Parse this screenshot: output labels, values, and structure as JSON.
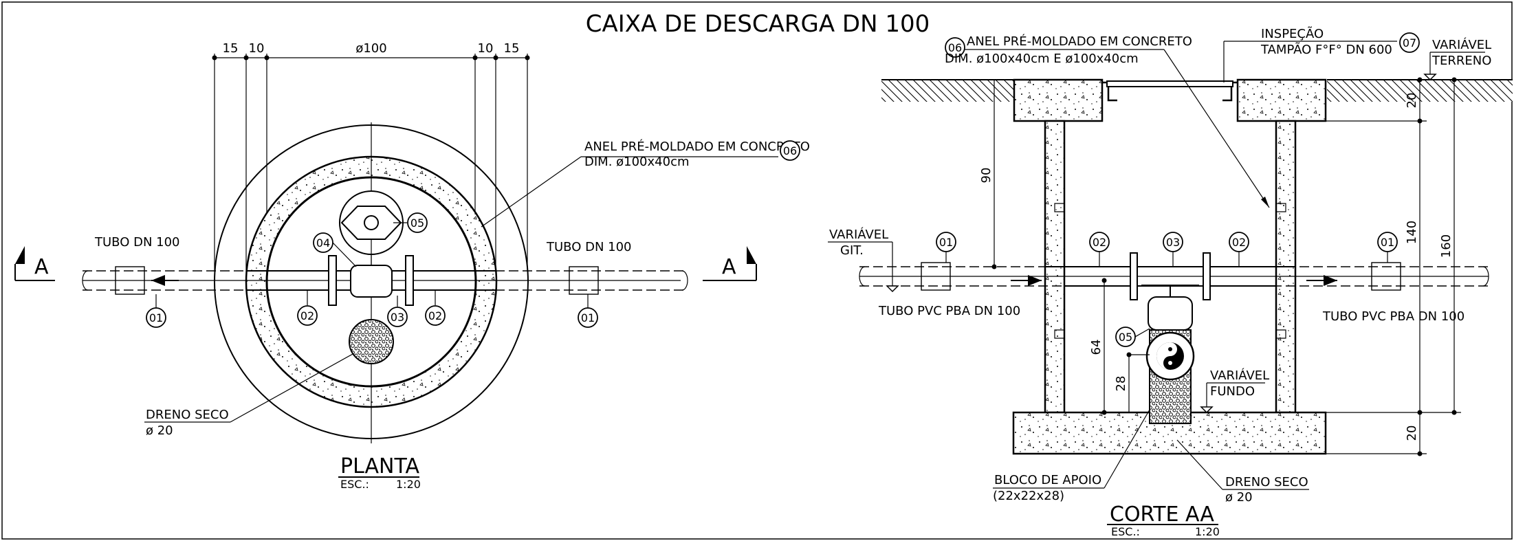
{
  "title": "CAIXA DE DESCARGA DN 100",
  "plan": {
    "title": "PLANTA",
    "scale_label": "ESC.:",
    "scale_value": "1:20",
    "dims": {
      "d15a": "15",
      "d10a": "10",
      "d100": "ø100",
      "d10b": "10",
      "d15b": "15"
    },
    "pipe_left": "TUBO DN 100",
    "pipe_right": "TUBO DN 100",
    "ring_line1": "ANEL PRÉ-MOLDADO EM CONCRETO",
    "ring_line2": "DIM. ø100x40cm",
    "drain_line1": "DRENO SECO",
    "drain_line2": "ø 20",
    "section_mark": "A",
    "callouts": {
      "c01a": "01",
      "c01b": "01",
      "c02a": "02",
      "c02b": "02",
      "c03": "03",
      "c04": "04",
      "c05": "05",
      "c06": "06"
    }
  },
  "section": {
    "title": "CORTE AA",
    "scale_label": "ESC.:",
    "scale_value": "1:20",
    "ring_line1": "ANEL PRÉ-MOLDADO EM CONCRETO",
    "ring_line2": "DIM. ø100x40cm E ø100x40cm",
    "inspection_line1": "INSPEÇÃO",
    "inspection_line2": "TAMPÃO F°F° DN 600",
    "terrain_line1": "VARIÁVEL",
    "terrain_line2": "TERRENO",
    "git_line1": "VARIÁVEL",
    "git_line2": "GIT.",
    "bottom_line1": "VARIÁVEL",
    "bottom_line2": "FUNDO",
    "pipe_left": "TUBO PVC PBA DN 100",
    "pipe_right": "TUBO PVC PBA DN 100",
    "block_line1": "BLOCO DE APOIO",
    "block_line2": "(22x22x28)",
    "drain_line1": "DRENO SECO",
    "drain_line2": "ø 20",
    "dims": {
      "d90": "90",
      "d64": "64",
      "d28": "28",
      "d20top": "20",
      "d140": "140",
      "d160": "160",
      "d20bot": "20"
    },
    "callouts": {
      "c06": "06",
      "c07": "07",
      "c01a": "01",
      "c01b": "01",
      "c02a": "02",
      "c02b": "02",
      "c03": "03",
      "c05": "05"
    }
  }
}
